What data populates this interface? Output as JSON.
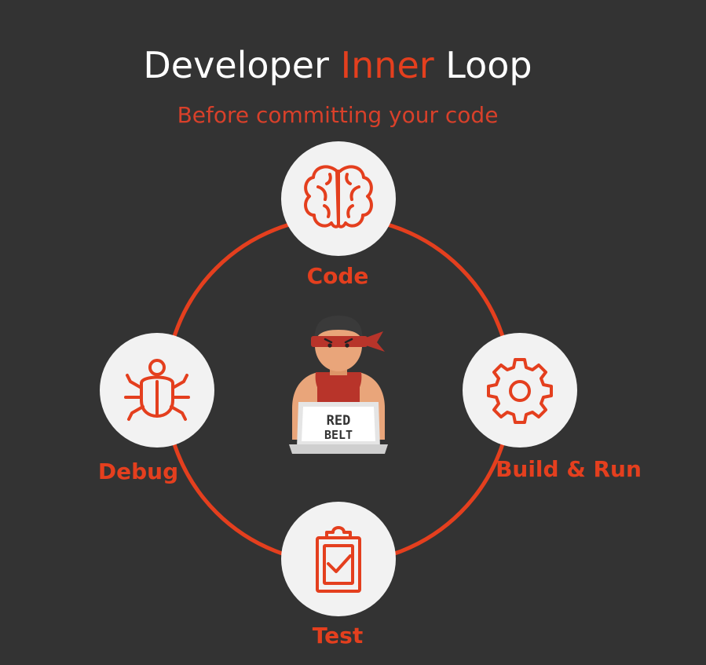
{
  "header": {
    "title_part1": "Developer ",
    "title_accent": "Inner",
    "title_part2": " Loop",
    "subtitle": "Before committing your code"
  },
  "loop": {
    "nodes": [
      {
        "label": "Code",
        "icon": "brain-icon"
      },
      {
        "label": "Build & Run",
        "icon": "gear-icon"
      },
      {
        "label": "Test",
        "icon": "clipboard-check-icon"
      },
      {
        "label": "Debug",
        "icon": "bug-icon"
      }
    ]
  },
  "mascot": {
    "laptop_line1": "RED",
    "laptop_line2": "BELT"
  },
  "colors": {
    "background": "#333333",
    "accent": "#e43f1e",
    "circle_fill": "#f2f2f2",
    "title": "#ffffff"
  }
}
